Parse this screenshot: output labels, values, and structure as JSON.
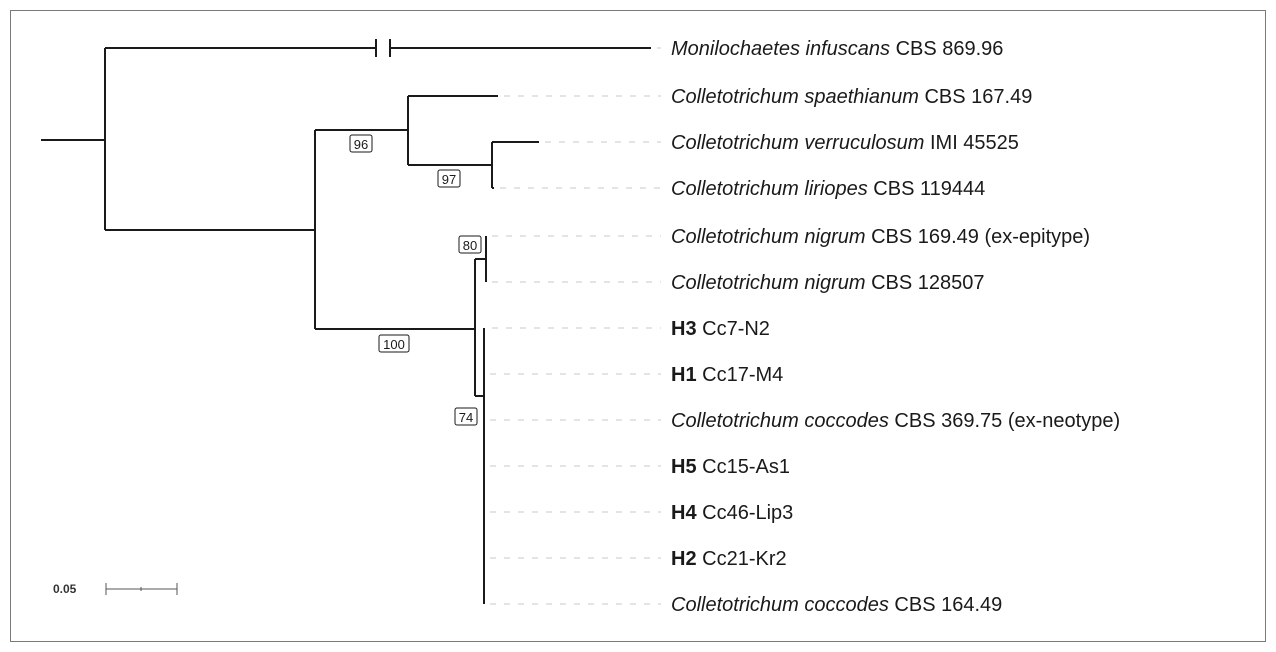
{
  "tree": {
    "leaves": [
      {
        "id": "monilochaetes",
        "parts": [
          {
            "text": "Monilochaetes infuscans",
            "style": "italic"
          },
          {
            "text": " CBS 869.96",
            "style": "normal"
          }
        ]
      },
      {
        "id": "spaethianum",
        "parts": [
          {
            "text": "Colletotrichum spaethianum",
            "style": "italic"
          },
          {
            "text": " CBS 167.49",
            "style": "normal"
          }
        ]
      },
      {
        "id": "verruculosum",
        "parts": [
          {
            "text": "Colletotrichum verruculosum",
            "style": "italic"
          },
          {
            "text": " IMI 45525",
            "style": "normal"
          }
        ]
      },
      {
        "id": "liriopes",
        "parts": [
          {
            "text": "Colletotrichum liriopes",
            "style": "italic"
          },
          {
            "text": " CBS 119444",
            "style": "normal"
          }
        ]
      },
      {
        "id": "nigrum-epitype",
        "parts": [
          {
            "text": "Colletotrichum nigrum",
            "style": "italic"
          },
          {
            "text": " CBS 169.49 (ex-epitype)",
            "style": "normal"
          }
        ]
      },
      {
        "id": "nigrum-128507",
        "parts": [
          {
            "text": "Colletotrichum nigrum",
            "style": "italic"
          },
          {
            "text": " CBS 128507",
            "style": "normal"
          }
        ]
      },
      {
        "id": "h3",
        "parts": [
          {
            "text": "H3",
            "style": "bold"
          },
          {
            "text": " Cc7-N2",
            "style": "normal"
          }
        ]
      },
      {
        "id": "h1",
        "parts": [
          {
            "text": "H1",
            "style": "bold"
          },
          {
            "text": " Cc17-M4",
            "style": "normal"
          }
        ]
      },
      {
        "id": "coccodes-neotype",
        "parts": [
          {
            "text": "Colletotrichum coccodes",
            "style": "italic"
          },
          {
            "text": " CBS 369.75 (ex-neotype)",
            "style": "normal"
          }
        ]
      },
      {
        "id": "h5",
        "parts": [
          {
            "text": "H5",
            "style": "bold"
          },
          {
            "text": " Cc15-As1",
            "style": "normal"
          }
        ]
      },
      {
        "id": "h4",
        "parts": [
          {
            "text": "H4",
            "style": "bold"
          },
          {
            "text": " Cc46-Lip3",
            "style": "normal"
          }
        ]
      },
      {
        "id": "h2",
        "parts": [
          {
            "text": "H2",
            "style": "bold"
          },
          {
            "text": " Cc21-Kr2",
            "style": "normal"
          }
        ]
      },
      {
        "id": "coccodes-164",
        "parts": [
          {
            "text": "Colletotrichum coccodes",
            "style": "italic"
          },
          {
            "text": " CBS 164.49",
            "style": "normal"
          }
        ]
      }
    ],
    "bootstrap": [
      {
        "node": "spaethianum-clade",
        "value": "96"
      },
      {
        "node": "verruculosum-liriopes",
        "value": "97"
      },
      {
        "node": "nigrum-clade",
        "value": "80"
      },
      {
        "node": "nigrum-coccodes-clade",
        "value": "100"
      },
      {
        "node": "coccodes-clade",
        "value": "74"
      }
    ],
    "scale_bar": {
      "label": "0.05"
    }
  }
}
